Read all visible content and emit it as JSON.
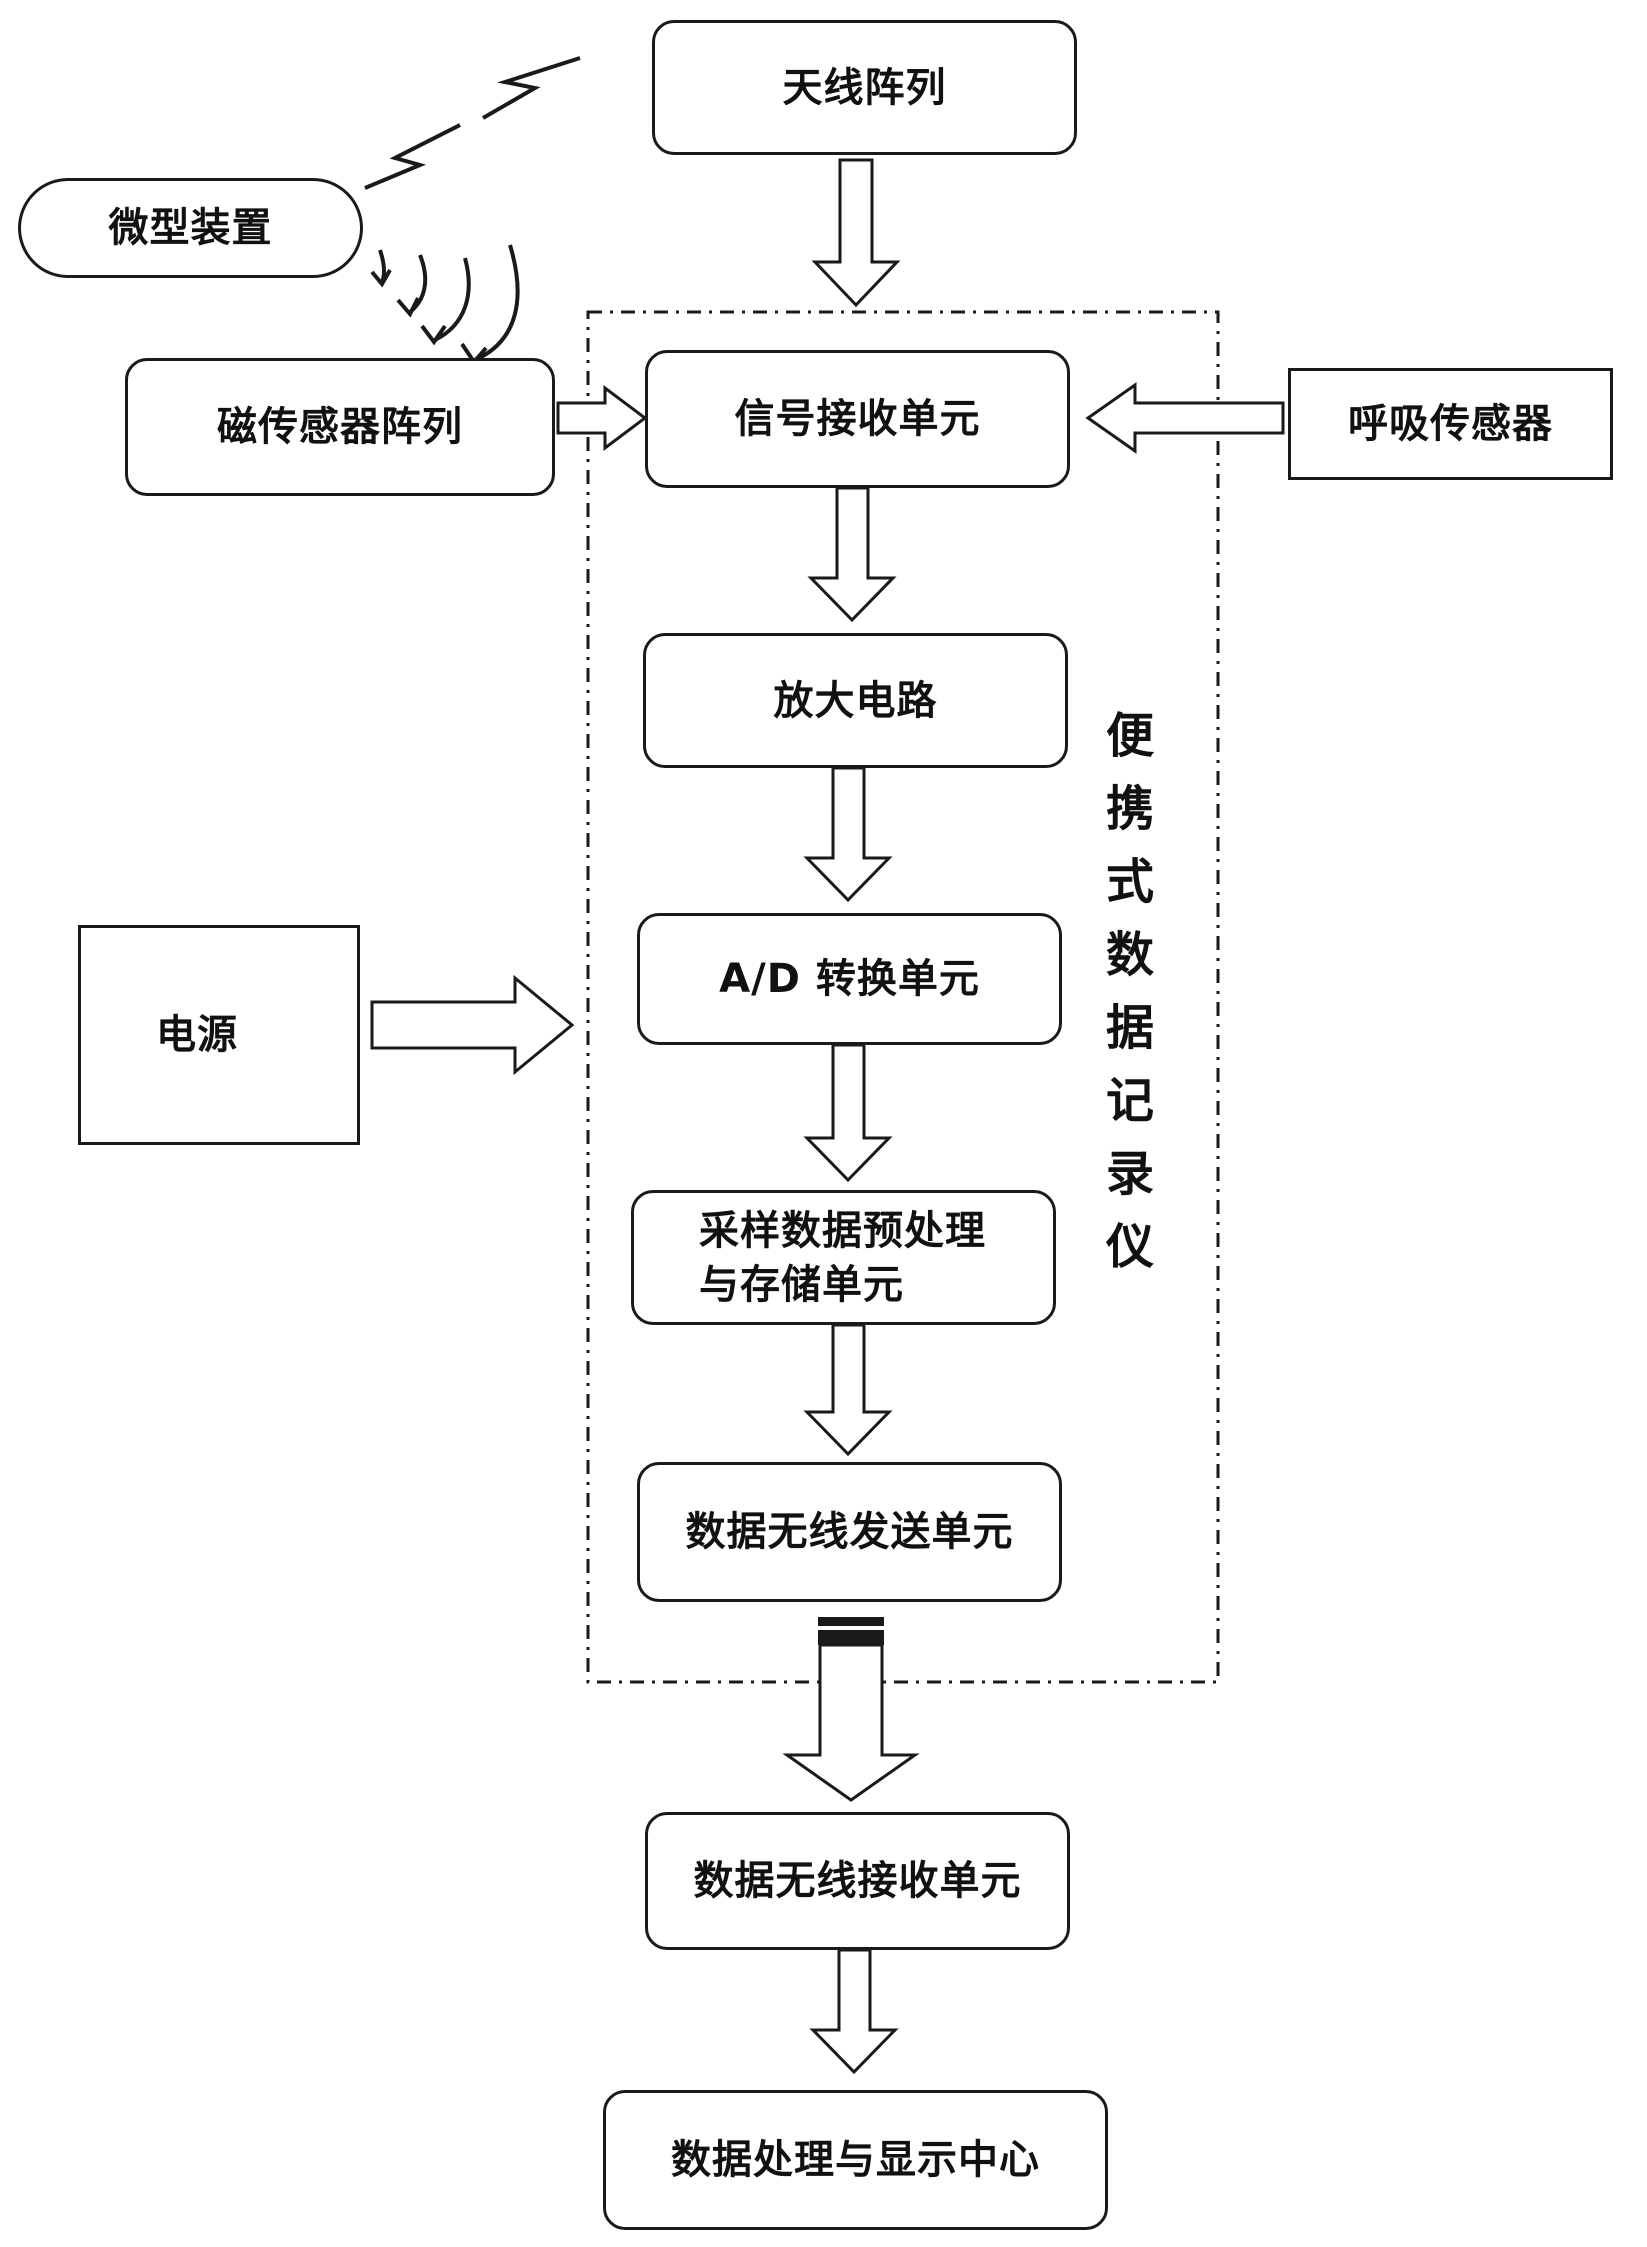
{
  "nodes": {
    "micro_device": "微型装置",
    "antenna_array": "天线阵列",
    "magnetic_sensor_array": "磁传感器阵列",
    "signal_receiver": "信号接收单元",
    "breath_sensor": "呼吸传感器",
    "amplifier": "放大电路",
    "power_supply": "电源",
    "ad_converter": "A/D 转换单元",
    "preprocess_line1": "采样数据预处理",
    "preprocess_line2": "与存储单元",
    "wireless_send": "数据无线发送单元",
    "wireless_receive": "数据无线接收单元",
    "processing_center": "数据处理与显示中心"
  },
  "group_label_chars": [
    "便",
    "携",
    "式",
    "数",
    "据",
    "记",
    "录",
    "仪"
  ]
}
